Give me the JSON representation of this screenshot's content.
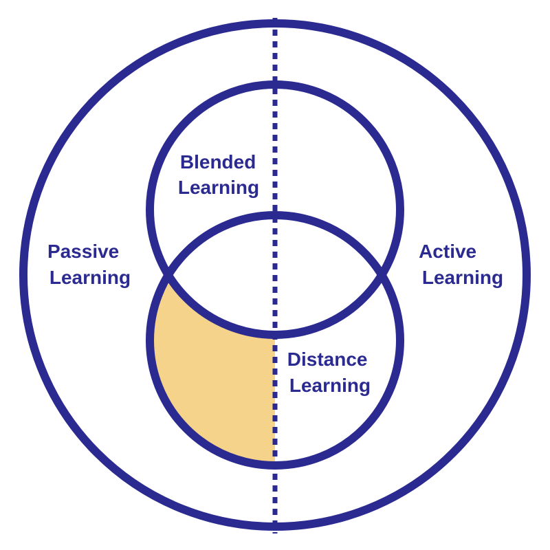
{
  "colors": {
    "stroke": "#2b2a90",
    "highlight": "#f5d38a",
    "background": "#ffffff",
    "text": "#2b2a90"
  },
  "labels": {
    "passive": [
      "Passive",
      "Learning"
    ],
    "active": [
      "Active",
      "Learning"
    ],
    "blended": [
      "Blended",
      "Learning"
    ],
    "distance": [
      "Distance",
      "Learning"
    ]
  }
}
